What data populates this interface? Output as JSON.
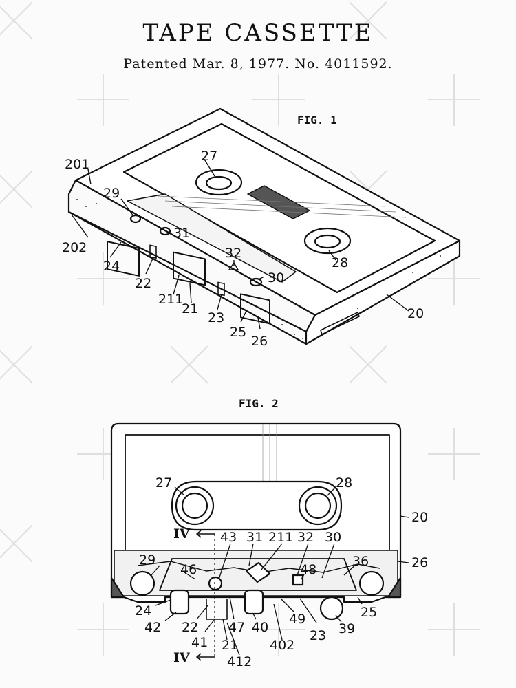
{
  "header": {
    "title": "TAPE CASSETTE",
    "patent_line": "Patented Mar. 8, 1977.   No. 4011592."
  },
  "figures": {
    "fig1_label": "FIG. 1",
    "fig2_label": "FIG. 2",
    "fig1_refs": {
      "r201": "201",
      "r29": "29",
      "r31": "31",
      "r27": "27",
      "r202": "202",
      "r24": "24",
      "r22": "22",
      "r211": "211",
      "r21": "21",
      "r32": "32",
      "r30": "30",
      "r23": "23",
      "r25": "25",
      "r26": "26",
      "r28": "28",
      "r20": "20"
    },
    "fig2_refs": {
      "r27": "27",
      "r28": "28",
      "r20": "20",
      "r26": "26",
      "rIV_top": "IV",
      "r43": "43",
      "r31": "31",
      "r211": "211",
      "r32": "32",
      "r30": "30",
      "r36": "36",
      "r29": "29",
      "r46": "46",
      "r48": "48",
      "r24": "24",
      "r42": "42",
      "r22": "22",
      "r47": "47",
      "r40": "40",
      "r49": "49",
      "r23": "23",
      "r39": "39",
      "r25": "25",
      "r41": "41",
      "r21": "21",
      "r402": "402",
      "r412": "412",
      "rIV_bot": "IV"
    }
  },
  "colors": {
    "ink": "#111111",
    "background": "#fbfbfb",
    "watermark": "#c9c9c9"
  }
}
